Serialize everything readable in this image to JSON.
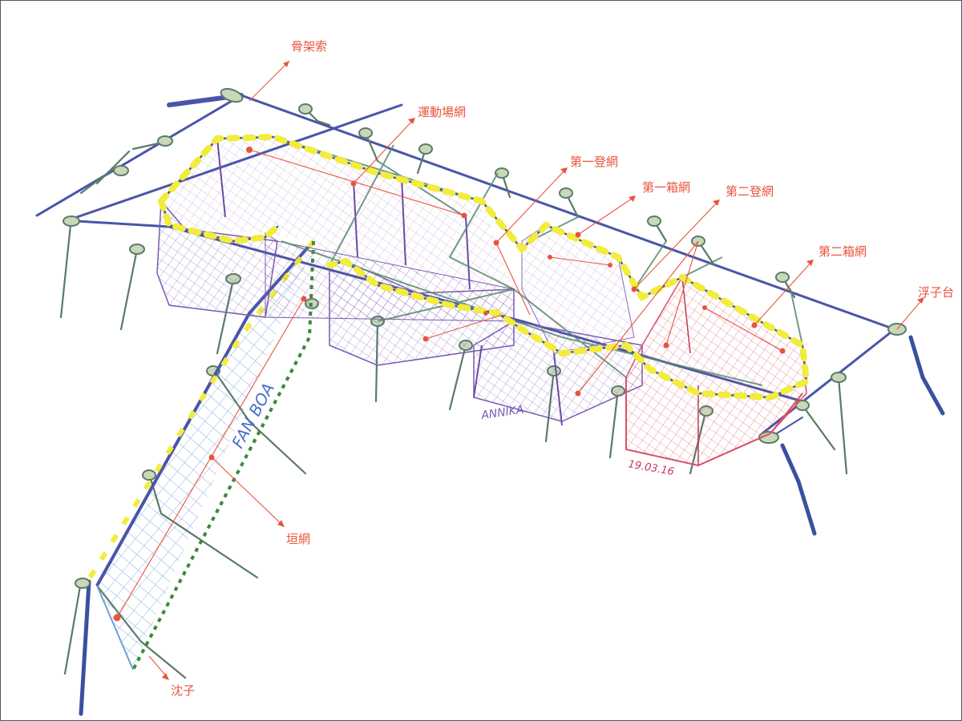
{
  "labels": {
    "frame_rope": "骨架索",
    "playground_net": "運動場網",
    "first_climb_net": "第一登網",
    "first_box_net": "第一箱網",
    "second_climb_net": "第二登網",
    "second_box_net": "第二箱網",
    "float_platform": "浮子台",
    "leader_net": "垣網",
    "sinker": "沈子"
  },
  "signature": {
    "name": "ANNIKA",
    "date": "19.03.16",
    "side_mark": "FAN BOA"
  },
  "colors": {
    "callout": "#e8553d",
    "frame_blue": "#4a55a8",
    "float_yellow": "#f2ec3c",
    "net_purple": "#8a6ab8",
    "net_red": "#d8506a",
    "net_light_blue": "#6aa0d8",
    "sinker_green": "#3a8a3a",
    "anchor_green": "#5a7a68"
  }
}
